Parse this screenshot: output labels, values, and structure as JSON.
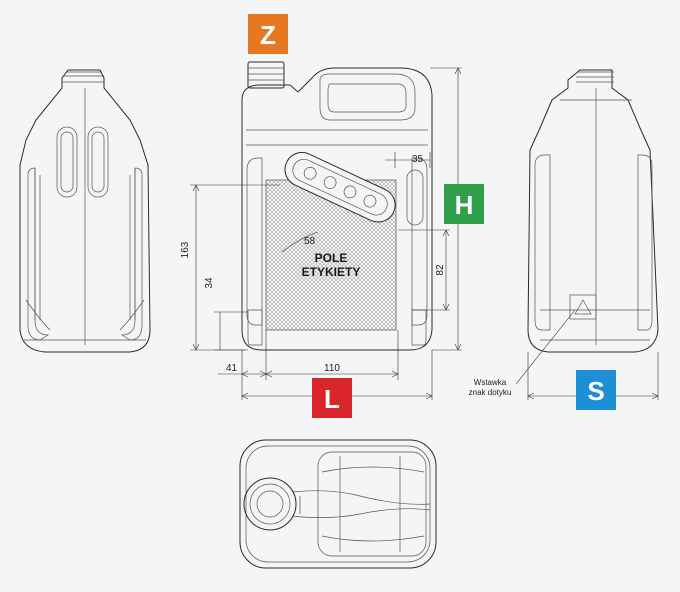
{
  "badges": {
    "z": {
      "letter": "Z",
      "color": "#e87722"
    },
    "h": {
      "letter": "H",
      "color": "#2e9e48"
    },
    "l": {
      "letter": "L",
      "color": "#d9262a"
    },
    "s": {
      "letter": "S",
      "color": "#1e8fd6"
    }
  },
  "label_area": {
    "line1": "POLE",
    "line2": "ETYKIETY"
  },
  "dimensions": {
    "d35": "35",
    "d58": "58",
    "d163": "163",
    "d34": "34",
    "d82": "82",
    "d41": "41",
    "d110": "110"
  },
  "annotation": {
    "line1": "Wstawka",
    "line2": "znak dotyku"
  },
  "colors": {
    "line": "#2a2a2a",
    "background": "#f4f5f6",
    "hatch": "#7a7a7a"
  }
}
